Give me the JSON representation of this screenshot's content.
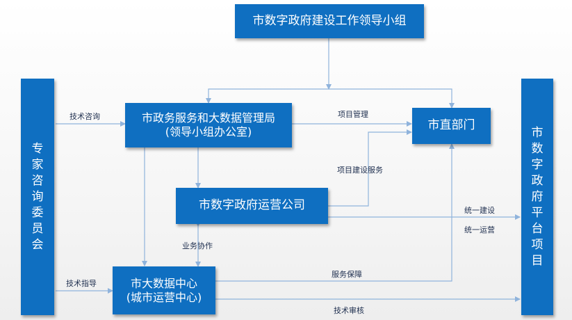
{
  "nodes": {
    "leading_group": "市数字政府建设工作领导小组",
    "bureau_line1": "市政务服务和大数据管理局",
    "bureau_line2": "(领导小组办公室)",
    "city_depts": "市直部门",
    "ops_company": "市数字政府运营公司",
    "data_center_line1": "市大数据中心",
    "data_center_line2": "(城市运营中心)",
    "expert_committee": "专家咨询委员会",
    "platform_projects": "市数字政府平台项目"
  },
  "edges": {
    "tech_consult": "技术咨询",
    "project_mgmt": "项目管理",
    "project_build_service": "项目建设服务",
    "unified_build": "统一建设",
    "unified_ops": "统一运营",
    "business_collab": "业务协作",
    "tech_guidance": "技术指导",
    "service_guarantee": "服务保障",
    "tech_review": "技术审核"
  },
  "colors": {
    "box_fill": "#0f6fc1",
    "connector": "#8fb3dc"
  }
}
